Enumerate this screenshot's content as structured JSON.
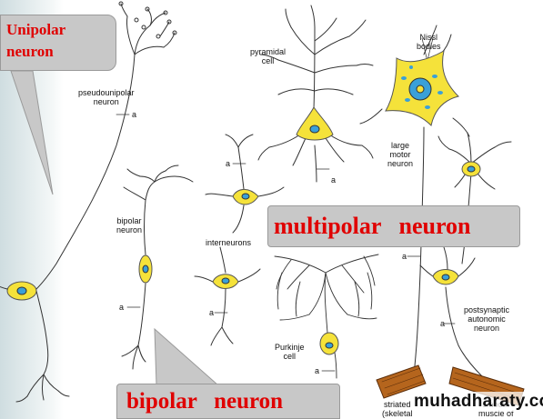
{
  "callouts": {
    "unipolar": "Unipolar\nneuron",
    "multipolar": "multipolar   neuron",
    "bipolar": "bipolar   neuron"
  },
  "labels": {
    "pseudounipolar": "pseudounipolar\nneuron",
    "a_pseudo": "a",
    "pyramidal": "pyramidal\ncell",
    "a_pyramidal": "a",
    "nissl": "Nissl\nbodies",
    "large_motor": "large\nmotor\nneuron",
    "bipolar_label": "bipolar\nneuron",
    "a_bipolar": "a",
    "a_inter_top": "a",
    "interneurons": "interneurons",
    "a_inter_bottom": "a",
    "purkinje": "Purkinje\ncell",
    "a_purkinje": "a",
    "a_motor": "a",
    "postsynaptic": "postsynaptic\nautonomic\nneuron",
    "a_auto": "a",
    "striated": "striated\n(skeletal",
    "smooth": "smooth\nmuscle of"
  },
  "watermark": "muhadharaty.com",
  "colors": {
    "cell_body": "#f5e23a",
    "nucleus": "#3aa0d8",
    "callout_bg": "#c8c8c8",
    "callout_text": "#e00000",
    "line": "#333333",
    "muscle": "#b5651d"
  }
}
